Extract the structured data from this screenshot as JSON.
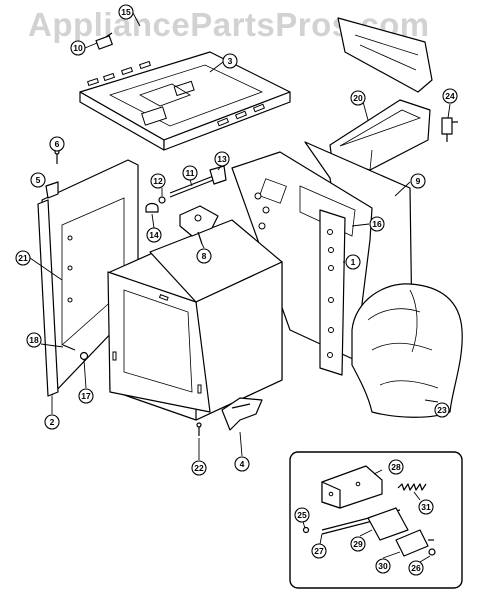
{
  "watermark": "AppliancePartsPros.com",
  "callouts": [
    {
      "id": "c1",
      "label": "1"
    },
    {
      "id": "c2",
      "label": "2"
    },
    {
      "id": "c3",
      "label": "3"
    },
    {
      "id": "c4",
      "label": "4"
    },
    {
      "id": "c5",
      "label": "5"
    },
    {
      "id": "c6",
      "label": "6"
    },
    {
      "id": "c8",
      "label": "8"
    },
    {
      "id": "c9",
      "label": "9"
    },
    {
      "id": "c10",
      "label": "10"
    },
    {
      "id": "c11",
      "label": "11"
    },
    {
      "id": "c12",
      "label": "12"
    },
    {
      "id": "c13",
      "label": "13"
    },
    {
      "id": "c14",
      "label": "14"
    },
    {
      "id": "c15",
      "label": "15"
    },
    {
      "id": "c16",
      "label": "16"
    },
    {
      "id": "c17",
      "label": "17"
    },
    {
      "id": "c18",
      "label": "18"
    },
    {
      "id": "c20",
      "label": "20"
    },
    {
      "id": "c21",
      "label": "21"
    },
    {
      "id": "c22",
      "label": "22"
    },
    {
      "id": "c23",
      "label": "23"
    },
    {
      "id": "c24",
      "label": "24"
    },
    {
      "id": "c25",
      "label": "25"
    },
    {
      "id": "c26",
      "label": "26"
    },
    {
      "id": "c27",
      "label": "27"
    },
    {
      "id": "c28",
      "label": "28"
    },
    {
      "id": "c29",
      "label": "29"
    },
    {
      "id": "c30",
      "label": "30"
    },
    {
      "id": "c31",
      "label": "31"
    }
  ]
}
